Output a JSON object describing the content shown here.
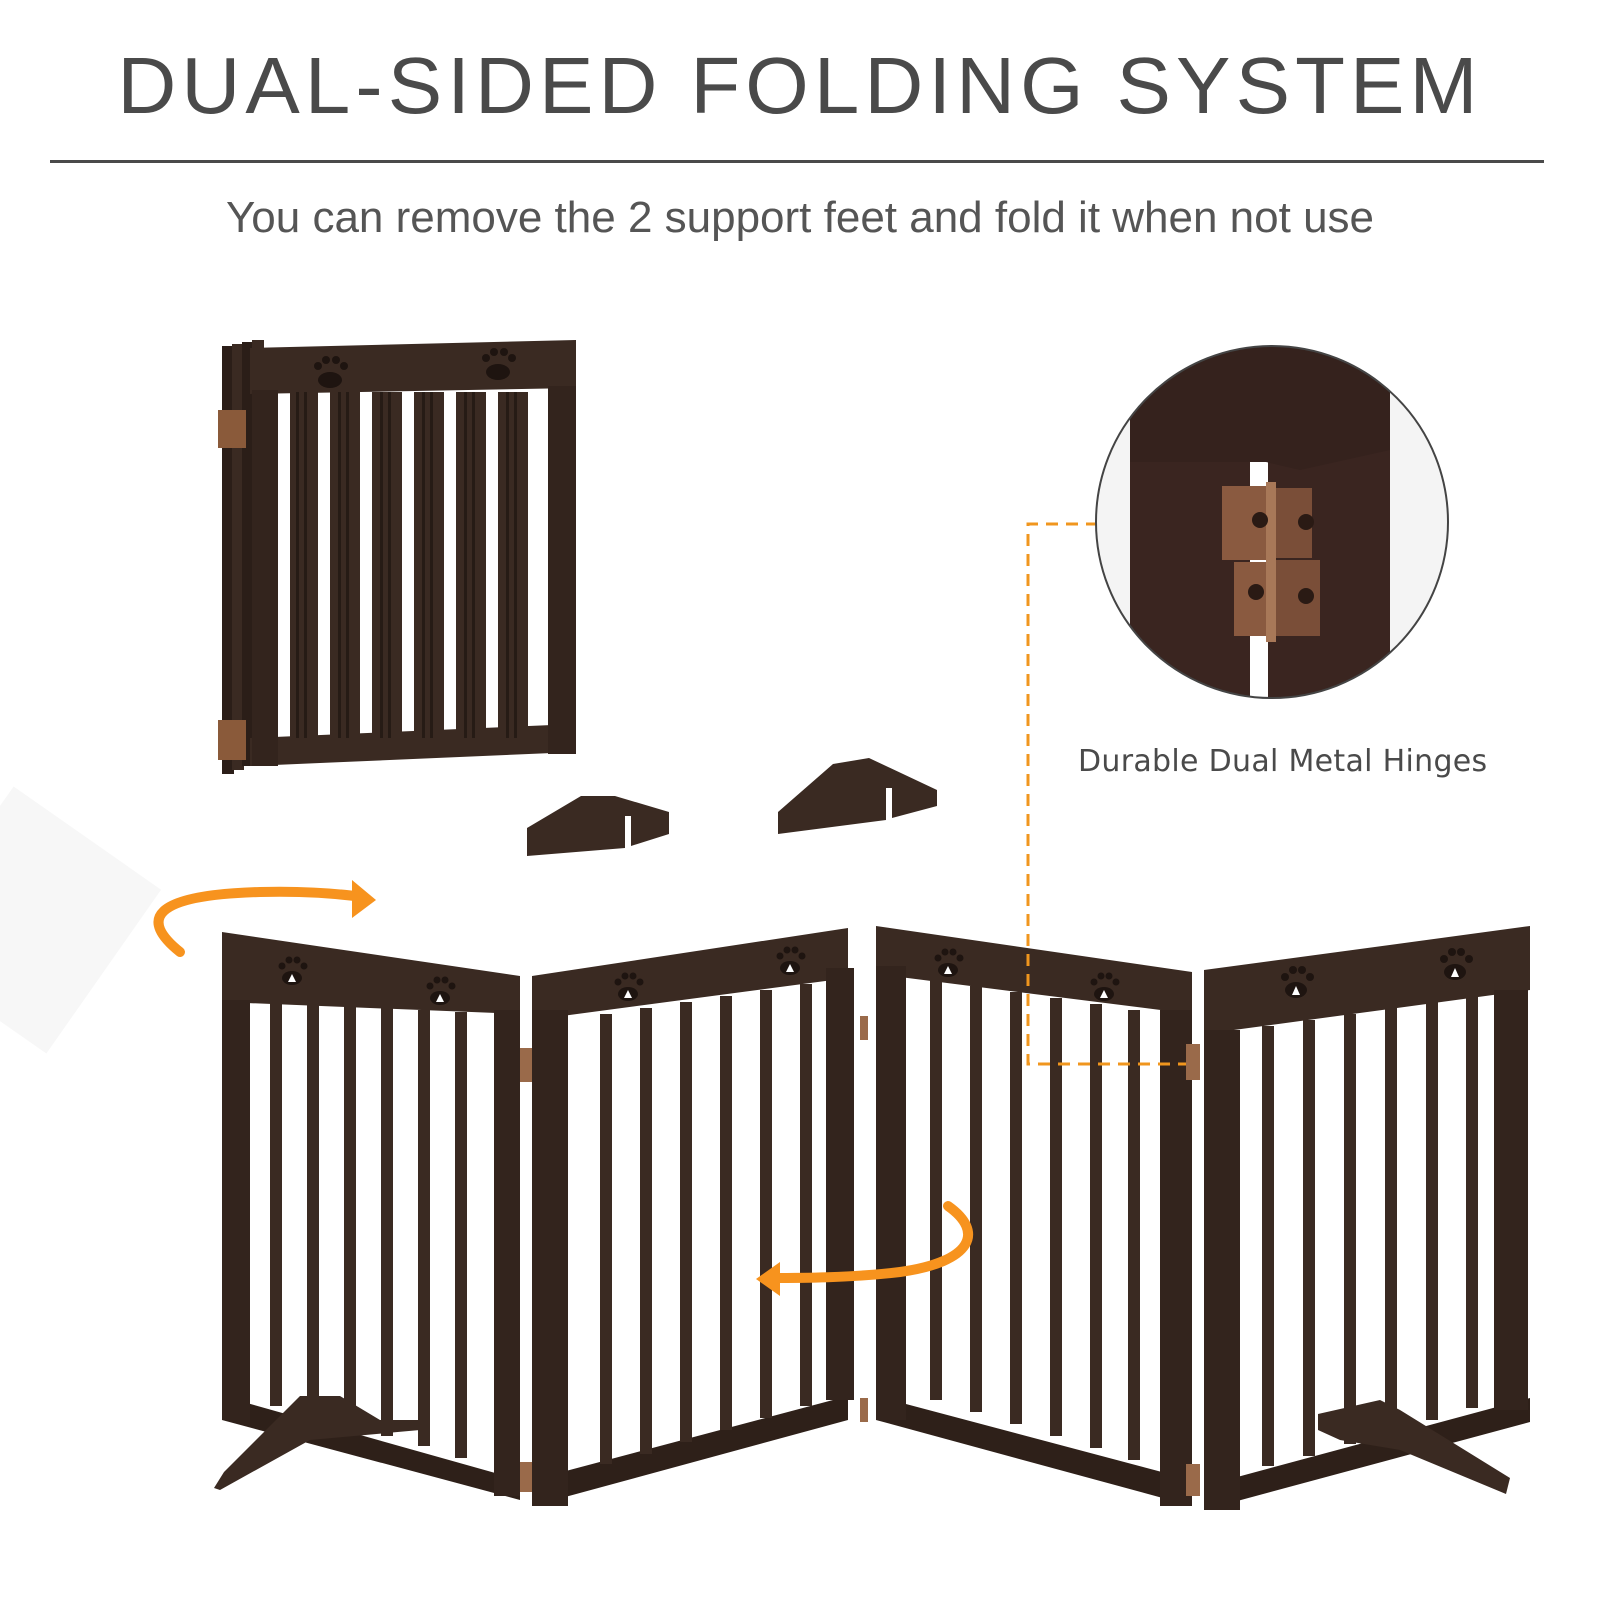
{
  "header": {
    "title": "DUAL-SIDED FOLDING SYSTEM",
    "subtitle": "You can remove the 2 support feet and fold it when not use"
  },
  "callout": {
    "caption": "Durable Dual Metal Hinges",
    "leader_color": "#f0961e"
  },
  "product": {
    "panels": 4,
    "support_feet": 2,
    "wood_color": "#3a2a22",
    "hinge_color": "#9a6a4a"
  },
  "arrows": {
    "color": "#f7931e"
  }
}
